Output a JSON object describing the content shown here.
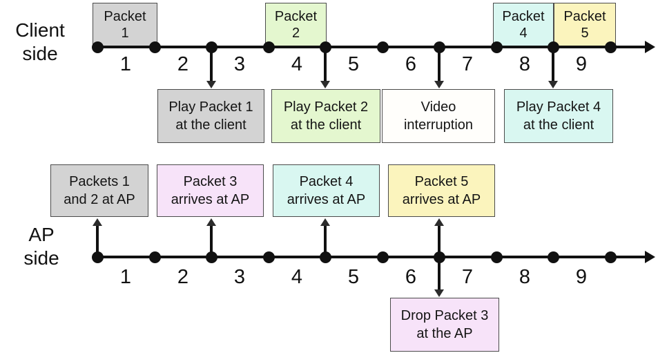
{
  "client": {
    "label_line1": "Client",
    "label_line2": "side",
    "ticks": [
      "1",
      "2",
      "3",
      "4",
      "5",
      "6",
      "7",
      "8",
      "9"
    ],
    "packet_boxes": [
      {
        "line1": "Packet",
        "line2": "1",
        "color": "#d3d3d3"
      },
      {
        "line1": "Packet",
        "line2": "2",
        "color": "#e4f7cf"
      },
      {
        "line1": "Packet",
        "line2": "4",
        "color": "#d9f7f1"
      },
      {
        "line1": "Packet",
        "line2": "5",
        "color": "#fbf4bd"
      }
    ],
    "event_boxes": [
      {
        "line1": "Play Packet 1",
        "line2": "at the client",
        "color": "#d3d3d3"
      },
      {
        "line1": "Play Packet 2",
        "line2": "at the client",
        "color": "#e4f7cf"
      },
      {
        "line1": "Video",
        "line2": "interruption",
        "color": "#fffefb"
      },
      {
        "line1": "Play Packet 4",
        "line2": "at the client",
        "color": "#d9f7f1"
      }
    ]
  },
  "ap": {
    "label_line1": "AP",
    "label_line2": "side",
    "ticks": [
      "1",
      "2",
      "3",
      "4",
      "5",
      "6",
      "7",
      "8",
      "9"
    ],
    "arrival_boxes": [
      {
        "line1": "Packets 1",
        "line2": "and 2 at AP",
        "color": "#d3d3d3"
      },
      {
        "line1": "Packet 3",
        "line2": "arrives at AP",
        "color": "#f7e3f9"
      },
      {
        "line1": "Packet 4",
        "line2": "arrives at AP",
        "color": "#d9f7f1"
      },
      {
        "line1": "Packet 5",
        "line2": "arrives at AP",
        "color": "#fbf4bd"
      }
    ],
    "drop_box": {
      "line1": "Drop Packet 3",
      "line2": "at the AP",
      "color": "#f7e3f9"
    }
  },
  "colors": {
    "gray": "#d3d3d3",
    "green": "#e4f7cf",
    "cyan": "#d9f7f1",
    "yellow": "#fbf4bd",
    "pink": "#f7e3f9",
    "white": "#fffefb",
    "line": "#111111"
  }
}
